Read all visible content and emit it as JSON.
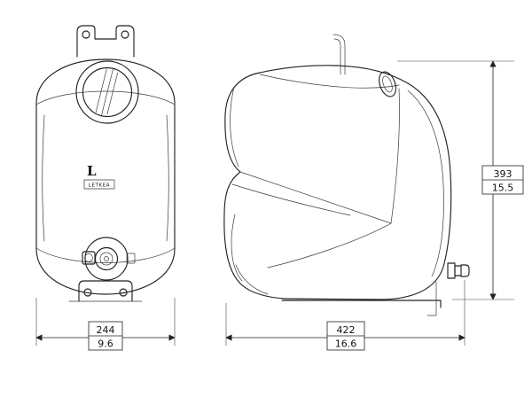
{
  "drawing": {
    "title": "tank-technical-drawing",
    "brand": {
      "mark": "L",
      "label": "LETKEA"
    },
    "dimensions": {
      "front_width_mm": "244",
      "front_width_in": "9.6",
      "side_width_mm": "422",
      "side_width_in": "16.6",
      "height_mm": "393",
      "height_in": "15.5"
    },
    "line_color": "#222222"
  }
}
